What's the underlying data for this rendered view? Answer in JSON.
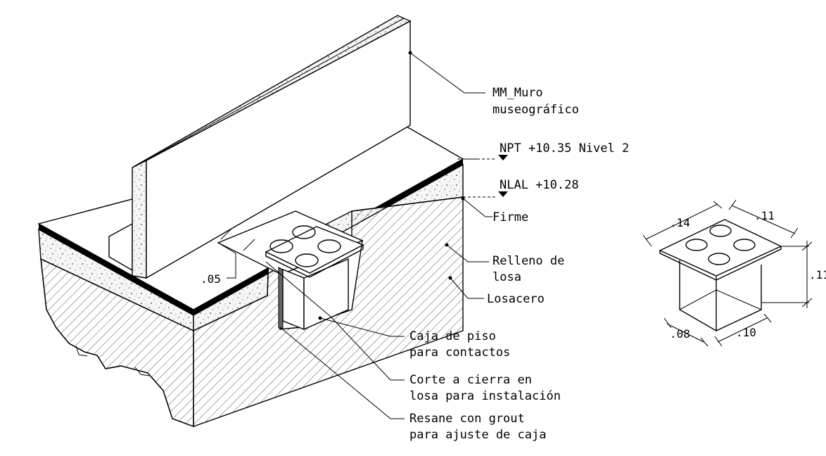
{
  "labels": {
    "muro_line1": "MM_Muro",
    "muro_line2": "museográfico",
    "npt": "NPT +10.35 Nivel 2",
    "nlal": "NLAL +10.28",
    "firme": "Firme",
    "relleno_line1": "Relleno de",
    "relleno_line2": "losa",
    "losacero": "Losacero",
    "caja_line1": "Caja de piso",
    "caja_line2": "para contactos",
    "corte_line1": "Corte a cierra en",
    "corte_line2": "losa para instalación",
    "resane_line1": "Resane con grout",
    "resane_line2": "para ajuste de caja"
  },
  "dimensions": {
    "gap": ".05",
    "box_width_a": ".14",
    "box_width_b": ".11",
    "box_height": ".11",
    "box_base_a": ".08",
    "box_base_b": ".10"
  },
  "colors": {
    "line": "#000000",
    "fill": "#ffffff",
    "concrete": "#f4f4f4",
    "hatch": "#555555",
    "dots": "#777777"
  }
}
